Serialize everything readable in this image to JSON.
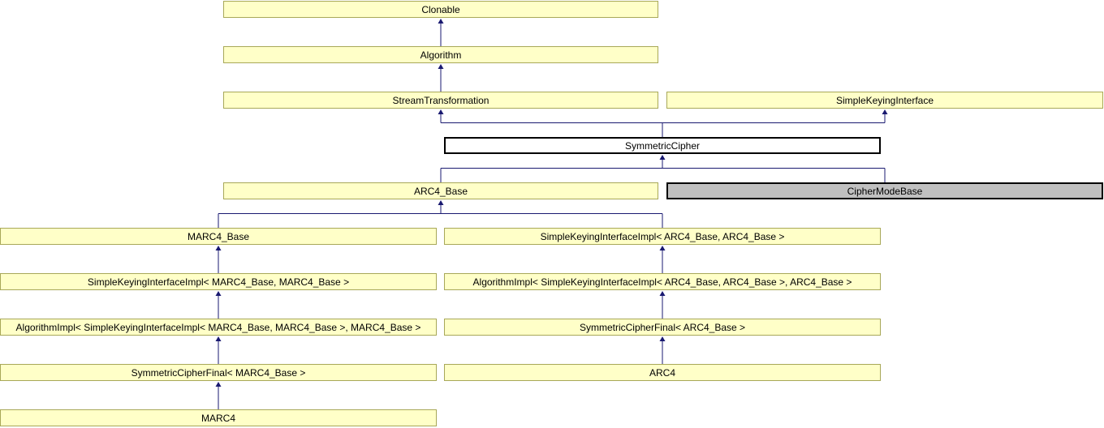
{
  "diagram": {
    "kind": "class-inheritance-graph",
    "nodes": [
      {
        "id": "clonable",
        "label": "Clonable",
        "row": 0,
        "col": "B",
        "style": "documented"
      },
      {
        "id": "algorithm",
        "label": "Algorithm",
        "row": 1,
        "col": "B",
        "style": "documented"
      },
      {
        "id": "stream_transformation",
        "label": "StreamTransformation",
        "row": 2,
        "col": "B",
        "style": "documented"
      },
      {
        "id": "simple_keying_interface",
        "label": "SimpleKeyingInterface",
        "row": 2,
        "col": "D",
        "style": "documented"
      },
      {
        "id": "symmetric_cipher",
        "label": "SymmetricCipher",
        "row": 3,
        "col": "C",
        "style": "current"
      },
      {
        "id": "arc4_base",
        "label": "ARC4_Base",
        "row": 4,
        "col": "B",
        "style": "documented"
      },
      {
        "id": "cipher_mode_base",
        "label": "CipherModeBase",
        "row": 4,
        "col": "D",
        "style": "undocumented"
      },
      {
        "id": "marc4_base",
        "label": "MARC4_Base",
        "row": 5,
        "col": "A",
        "style": "documented"
      },
      {
        "id": "skii_arc4",
        "label": "SimpleKeyingInterfaceImpl< ARC4_Base, ARC4_Base >",
        "row": 5,
        "col": "C",
        "style": "documented"
      },
      {
        "id": "skii_marc4",
        "label": "SimpleKeyingInterfaceImpl< MARC4_Base, MARC4_Base >",
        "row": 6,
        "col": "A",
        "style": "documented"
      },
      {
        "id": "algoimpl_arc4",
        "label": "AlgorithmImpl< SimpleKeyingInterfaceImpl< ARC4_Base, ARC4_Base >, ARC4_Base >",
        "row": 6,
        "col": "C",
        "style": "documented"
      },
      {
        "id": "algoimpl_marc4",
        "label": "AlgorithmImpl< SimpleKeyingInterfaceImpl< MARC4_Base, MARC4_Base >, MARC4_Base >",
        "row": 7,
        "col": "A",
        "style": "documented"
      },
      {
        "id": "scf_arc4",
        "label": "SymmetricCipherFinal< ARC4_Base >",
        "row": 7,
        "col": "C",
        "style": "documented"
      },
      {
        "id": "scf_marc4",
        "label": "SymmetricCipherFinal< MARC4_Base >",
        "row": 8,
        "col": "A",
        "style": "documented"
      },
      {
        "id": "arc4",
        "label": "ARC4",
        "row": 8,
        "col": "C",
        "style": "documented"
      },
      {
        "id": "marc4",
        "label": "MARC4",
        "row": 9,
        "col": "A",
        "style": "documented"
      }
    ],
    "edges": [
      {
        "from": "algorithm",
        "to": "clonable"
      },
      {
        "from": "stream_transformation",
        "to": "algorithm"
      },
      {
        "from": "symmetric_cipher",
        "to": "stream_transformation"
      },
      {
        "from": "symmetric_cipher",
        "to": "simple_keying_interface"
      },
      {
        "from": "arc4_base",
        "to": "symmetric_cipher"
      },
      {
        "from": "cipher_mode_base",
        "to": "symmetric_cipher"
      },
      {
        "from": "marc4_base",
        "to": "arc4_base"
      },
      {
        "from": "skii_arc4",
        "to": "arc4_base"
      },
      {
        "from": "skii_marc4",
        "to": "marc4_base"
      },
      {
        "from": "algoimpl_marc4",
        "to": "skii_marc4"
      },
      {
        "from": "algoimpl_arc4",
        "to": "skii_arc4"
      },
      {
        "from": "scf_marc4",
        "to": "algoimpl_marc4"
      },
      {
        "from": "scf_arc4",
        "to": "algoimpl_arc4"
      },
      {
        "from": "marc4",
        "to": "scf_marc4"
      },
      {
        "from": "arc4",
        "to": "scf_arc4"
      }
    ]
  },
  "colors": {
    "background": "#FFFFFF",
    "text": "#000000",
    "node_fill": "#FFFFC8",
    "node_border": "#A8A858",
    "current_fill": "#FFFFFF",
    "current_border": "#000000",
    "undocumented_fill": "#C0C0C0",
    "undocumented_border": "#000000",
    "edge": "#191970"
  }
}
